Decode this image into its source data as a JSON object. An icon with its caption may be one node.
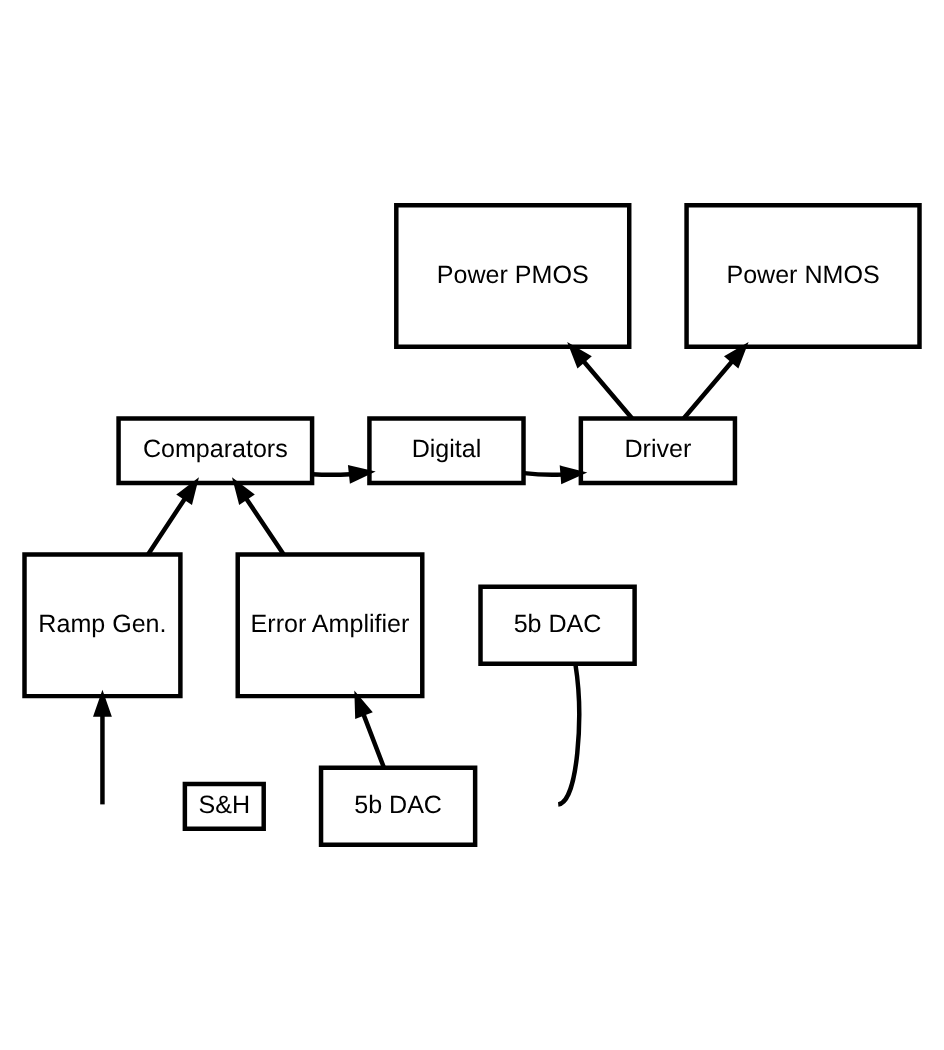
{
  "diagram": {
    "nodes": [
      {
        "text": [
          "Power PMOS"
        ]
      },
      {
        "text": [
          "Power NMOS"
        ]
      },
      {
        "text": [
          "Comparators"
        ]
      },
      {
        "text": [
          "Digital"
        ]
      },
      {
        "text": [
          "Driver"
        ]
      },
      {
        "text": [
          "S&H"
        ]
      },
      {
        "text": [
          "5b DAC"
        ]
      },
      {
        "text": [
          "Ramp Gen."
        ]
      },
      {
        "text": [
          "Error Amplifier"
        ]
      },
      {
        "text": [
          "5b DAC"
        ]
      }
    ],
    "edges": [
      {
        "from": 4,
        "to": 0,
        "arrow": "to"
      },
      {
        "from": 4,
        "to": 1,
        "arrow": "to"
      },
      {
        "from": 2,
        "to": 3,
        "arrow": "to"
      },
      {
        "from": 3,
        "to": 4,
        "arrow": "to"
      },
      {
        "from": 7,
        "to": 2,
        "arrow": "to"
      },
      {
        "from": 8,
        "to": 2,
        "arrow": "to"
      },
      {
        "from": 6,
        "to": 8,
        "arrow": "to"
      },
      {
        "from": null,
        "to": 7,
        "arrow": "to"
      },
      {
        "from": 9,
        "to": null,
        "arrow": "none"
      }
    ]
  }
}
